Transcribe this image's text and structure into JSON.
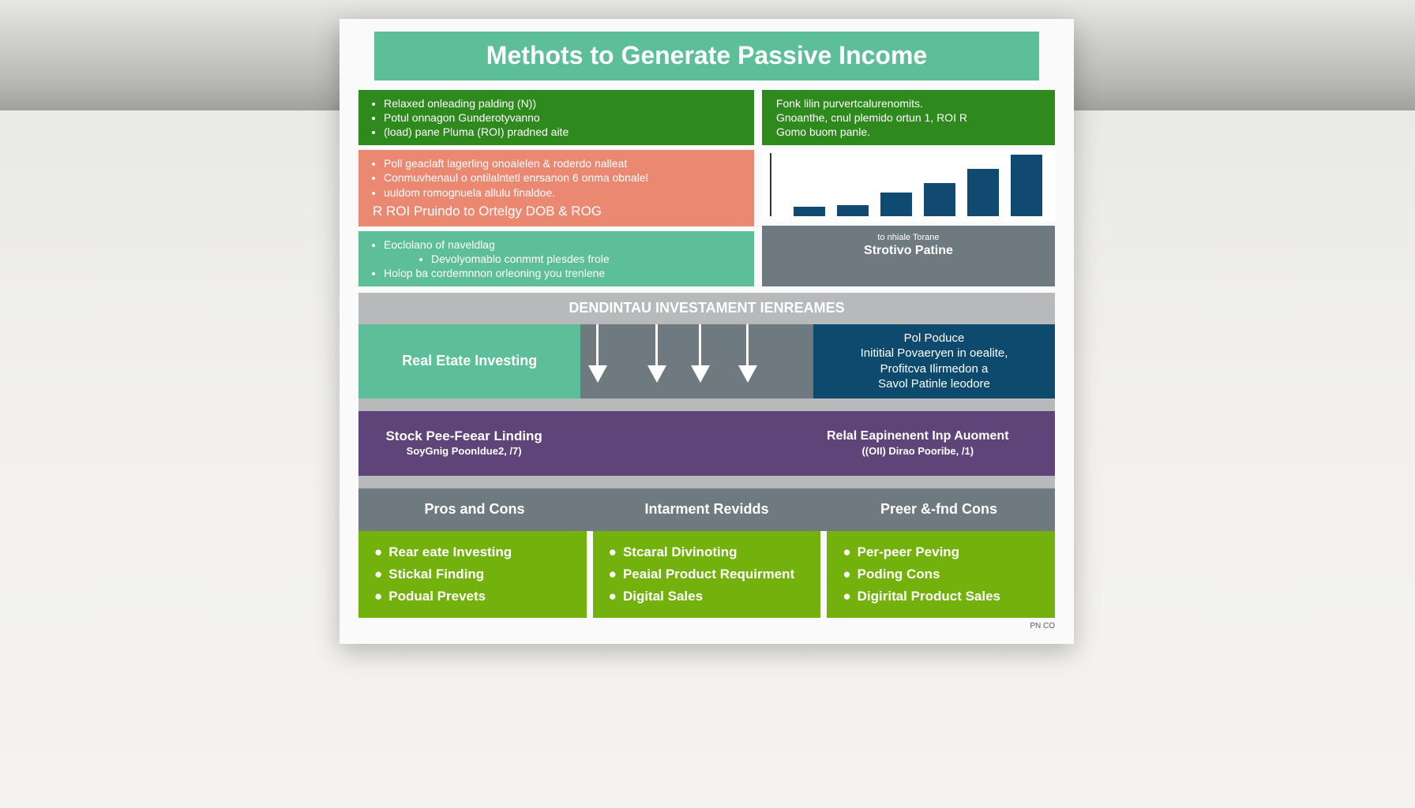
{
  "poster": {
    "title": "Methots to Generate Passive Income",
    "green_box": [
      "Relaxed onleading palding (N))",
      "Potul onnagon Gunderotyvanno",
      "(load) pane Pluma (ROI) pradned aite"
    ],
    "top_right_box": [
      "Fonk lilin purvertcalurenomits.",
      "Gnoanthe, cnul plemido ortun 1, ROI R",
      "Gomo buom panle."
    ],
    "salmon_box": [
      "Poll geaclaft lagerling onoalelen & roderdo nalleat",
      "Conmuvhenaul o ontilalntetl enrsanon 6 onma obnalel",
      "uuldom romognuela allulu finaldoe."
    ],
    "salmon_footer": "R ROI Pruindo to Ortelgy DOB & ROG",
    "mint_box": [
      "Eoclolano of naveldlag",
      "Devolyomablo conmmt plesdes frole",
      "Holop ba cordemnnon orleoning you trenlene"
    ],
    "chart": {
      "bars": [
        1,
        1.2,
        2.5,
        3.5,
        5,
        6.5
      ]
    },
    "gray_box": {
      "caption": "to nhiale Torane",
      "label": "Strotivo Patine"
    },
    "banner": "DENDINTAU INVESTAMENT IENREAMES",
    "real_estate": "Real Etate Investing",
    "navy_box": [
      "Pol Poduce",
      "Inititial Povaeryen in oealite,",
      "Profitcva Ilirmedon a",
      "Savol Patinle leodore"
    ],
    "purple_left": [
      "Stock Pee-Feear Linding",
      "SoyGnig Poonldue2, /7)"
    ],
    "purple_right": [
      "Relal Eapinenent Inp Auoment",
      "((OII) Dirao Pooribe, /1)"
    ],
    "headers": [
      "Pros and Cons",
      "Intarment Revidds",
      "Preer &-fnd Cons"
    ],
    "col1": [
      "Rear eate Investing",
      "Stickal Finding",
      "Podual Prevets"
    ],
    "col2": [
      "Stcaral Divinoting",
      "Peaial Product Requirment",
      "Digital Sales"
    ],
    "col3": [
      "Per-peer Peving",
      "Poding Cons",
      "Digirital Product Sales"
    ],
    "footer": "PN CO"
  }
}
